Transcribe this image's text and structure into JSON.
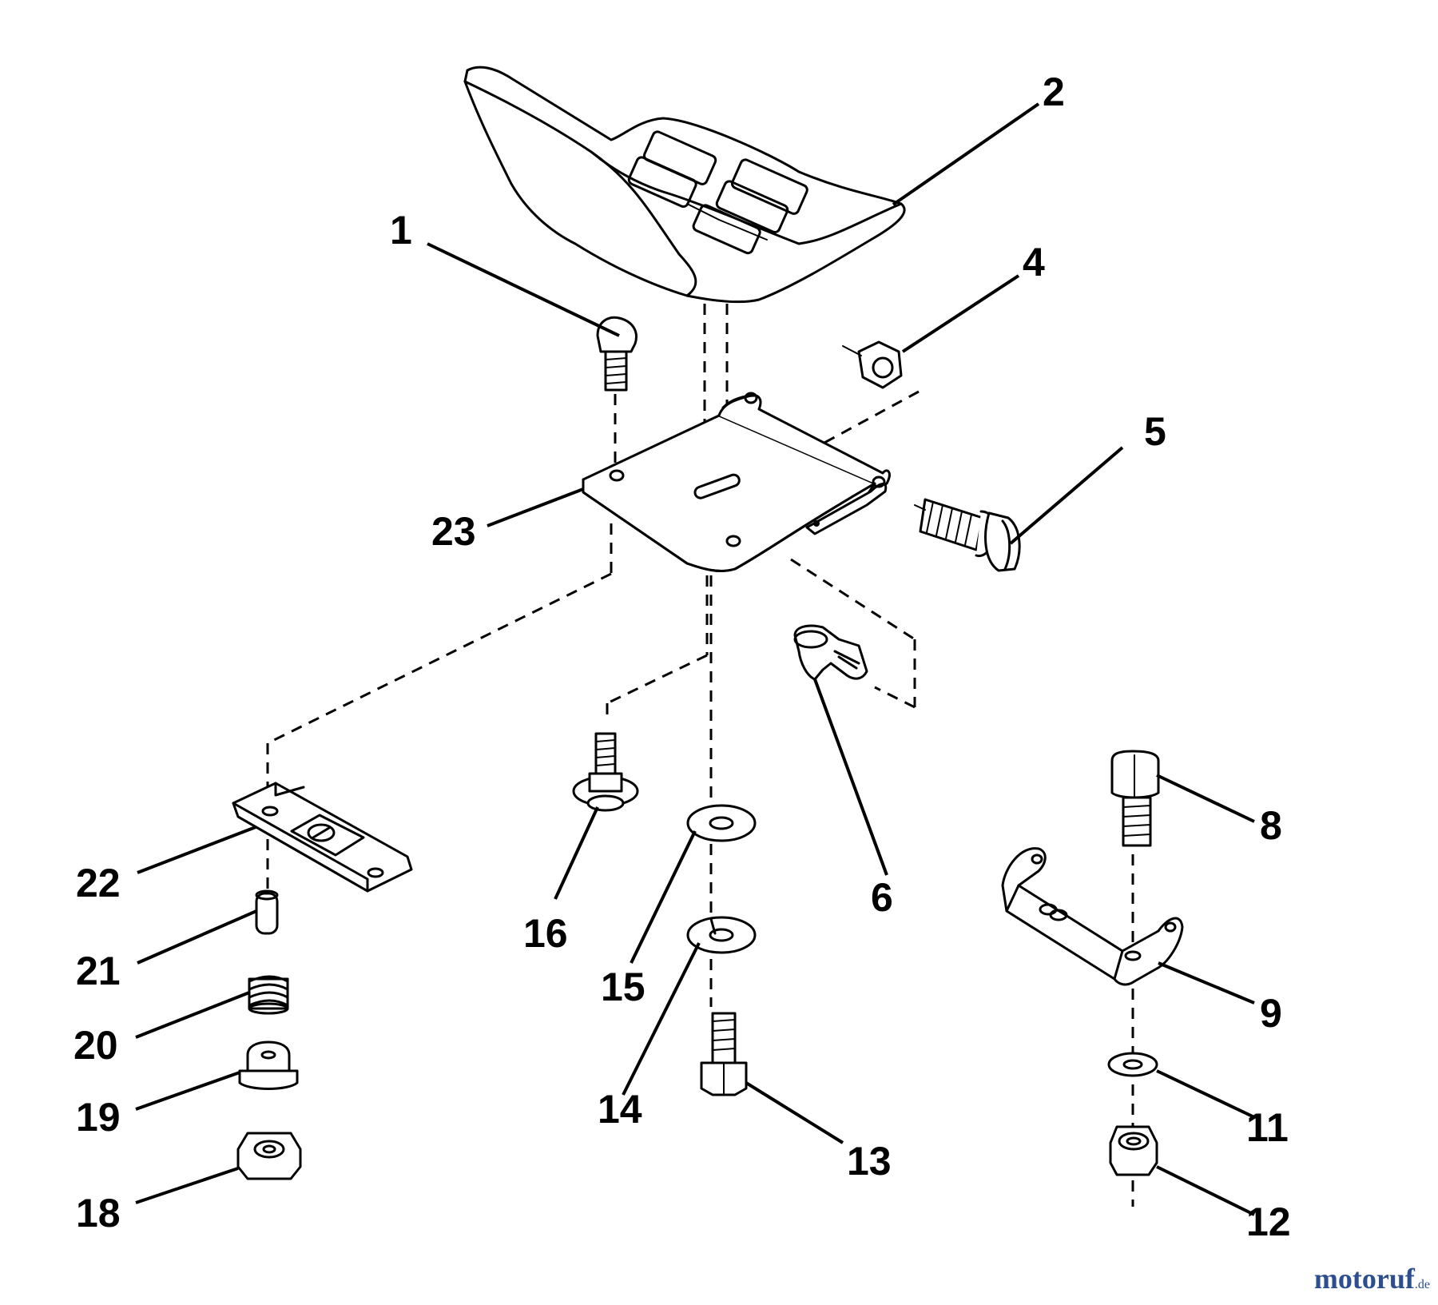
{
  "diagram": {
    "callouts": [
      "1",
      "2",
      "4",
      "5",
      "6",
      "8",
      "9",
      "11",
      "12",
      "13",
      "14",
      "15",
      "16",
      "18",
      "19",
      "20",
      "21",
      "22",
      "23"
    ]
  },
  "watermark": {
    "brand": "motoruf",
    "tld": ".de",
    "color": "#2d4f8f"
  }
}
